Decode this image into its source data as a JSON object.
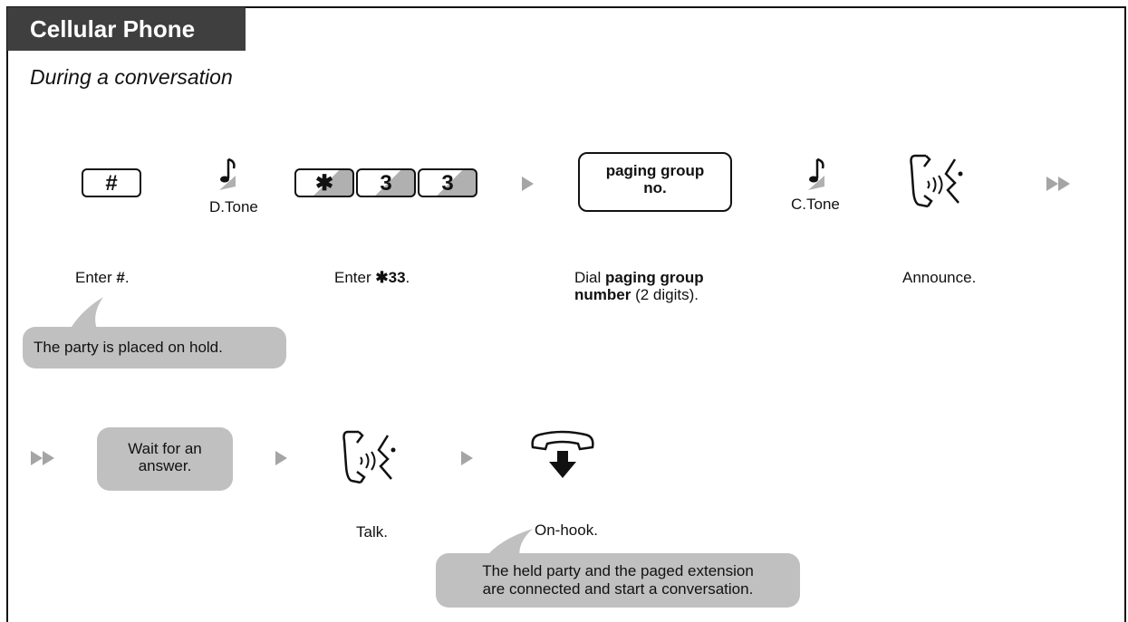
{
  "header": {
    "title": "Cellular Phone",
    "subtitle": "During a conversation"
  },
  "keys": {
    "hash": "#",
    "star": "✱",
    "three_a": "3",
    "three_b": "3"
  },
  "tones": {
    "dial": "D.Tone",
    "confirm": "C.Tone"
  },
  "number_box": {
    "line1": "paging group",
    "line2": "no."
  },
  "steps": {
    "enter_hash_prefix": "Enter ",
    "enter_hash_bold": "#",
    "enter_hash_suffix": ".",
    "enter_code_prefix": "Enter ",
    "enter_code_star": "✱",
    "enter_code_bold": "33",
    "enter_code_suffix": ".",
    "dial_prefix": "Dial ",
    "dial_bold_1": "paging group",
    "dial_bold_2": "number",
    "dial_suffix": " (2 digits).",
    "announce": "Announce.",
    "talk": "Talk.",
    "onhook": "On-hook."
  },
  "bubbles": {
    "hold": "The party is placed on hold.",
    "wait_line1": "Wait for an",
    "wait_line2": "answer.",
    "connected_line1": "The held party and the paged extension",
    "connected_line2": "are connected and start a conversation."
  },
  "icons": {
    "note": "music-note-icon",
    "talk": "handset-talk-icon",
    "onhook": "onhook-handset-icon",
    "arrow": "right-arrow-icon",
    "double_arrow": "double-right-arrow-icon"
  },
  "colors": {
    "title_bg": "#3f3f3f",
    "bubble": "#c0c0c0",
    "arrow": "#a5a5a5"
  }
}
